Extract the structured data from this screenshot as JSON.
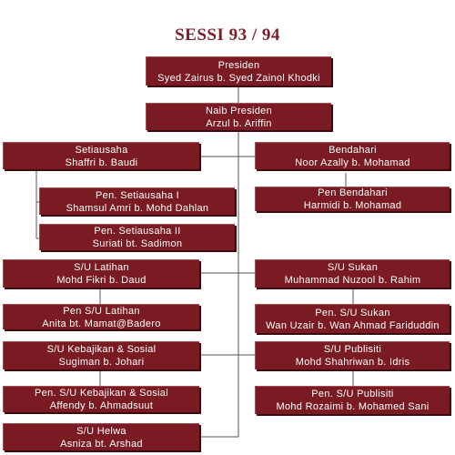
{
  "title": "SESSI 93 / 94",
  "nodes": {
    "presiden": {
      "role": "Presiden",
      "name": "Syed Zairus b. Syed Zainol Khodki"
    },
    "naib_presiden": {
      "role": "Naib Presiden",
      "name": "Arzul b. Ariffin"
    },
    "setiausaha": {
      "role": "Setiausaha",
      "name": "Shaffri b. Baudi"
    },
    "pen_setiausaha_1": {
      "role": "Pen. Setiausaha I",
      "name": "Shamsul Amri b. Mohd Dahlan"
    },
    "pen_setiausaha_2": {
      "role": "Pen. Setiausaha II",
      "name": "Suriati bt. Sadimon"
    },
    "bendahari": {
      "role": "Bendahari",
      "name": "Noor Azally b. Mohamad"
    },
    "pen_bendahari": {
      "role": "Pen Bendahari",
      "name": "Harmidi b. Mohamad"
    },
    "su_latihan": {
      "role": "S/U Latihan",
      "name": "Mohd Fikri b. Daud"
    },
    "pen_su_latihan": {
      "role": "Pen S/U Latihan",
      "name": "Anita bt. Mamat@Badero"
    },
    "su_kebajikan": {
      "role": "S/U Kebajikan & Sosial",
      "name": "Sugiman b. Johari"
    },
    "pen_su_kebajikan": {
      "role": "Pen. S/U Kebajikan & Sosial",
      "name": "Affendy b. Ahmadsuut"
    },
    "su_helwa": {
      "role": "S/U Helwa",
      "name": "Asniza bt. Arshad"
    },
    "su_sukan": {
      "role": "S/U Sukan",
      "name": "Muhammad Nuzool b. Rahim"
    },
    "pen_su_sukan": {
      "role": "Pen. S/U Sukan",
      "name": "Wan Uzair b. Wan Ahmad Fariduddin"
    },
    "su_publisiti": {
      "role": "S/U Publisiti",
      "name": "Mohd Shahriwan b. Idris"
    },
    "pen_su_publisiti": {
      "role": "Pen. S/U Publisiti",
      "name": "Mohd Rozaimi b. Mohamed Sani"
    }
  },
  "colors": {
    "box": "#7a1a22",
    "title": "#7a1e28",
    "line": "#555555"
  }
}
